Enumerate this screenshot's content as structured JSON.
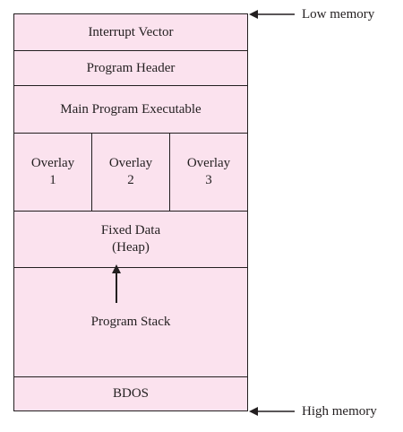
{
  "segments": {
    "interrupt_vector": "Interrupt Vector",
    "program_header": "Program Header",
    "main_program": "Main Program Executable",
    "overlays": [
      {
        "title": "Overlay",
        "number": "1"
      },
      {
        "title": "Overlay",
        "number": "2"
      },
      {
        "title": "Overlay",
        "number": "3"
      }
    ],
    "fixed_data": {
      "line1": "Fixed Data",
      "line2": "(Heap)"
    },
    "program_stack": "Program Stack",
    "bdos": "BDOS"
  },
  "pointers": {
    "low_memory": "Low memory",
    "high_memory": "High memory"
  },
  "colors": {
    "fill": "#fbe2ee",
    "stroke": "#231f20"
  }
}
